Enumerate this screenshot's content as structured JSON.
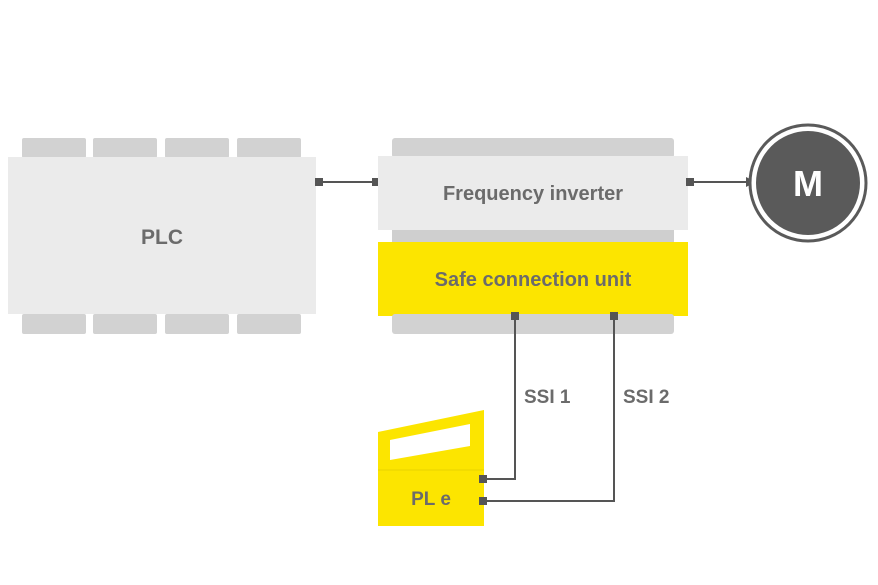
{
  "labels": {
    "plc": "PLC",
    "frequency_inverter": "Frequency inverter",
    "safe_connection_unit": "Safe connection unit",
    "motor": "M",
    "ssi1": "SSI 1",
    "ssi2": "SSI 2",
    "pl": "PL e"
  },
  "colors": {
    "module_light": "#ebebeb",
    "module_top": "#d2d2d2",
    "module_shadow": "#c9c9c9",
    "accent_yellow": "#fce500",
    "yellow_shade": "#d9c400",
    "line": "#555555",
    "motor_fill": "#5a5a5a",
    "text_gray": "#6b6b6b",
    "text_white": "#ffffff"
  }
}
